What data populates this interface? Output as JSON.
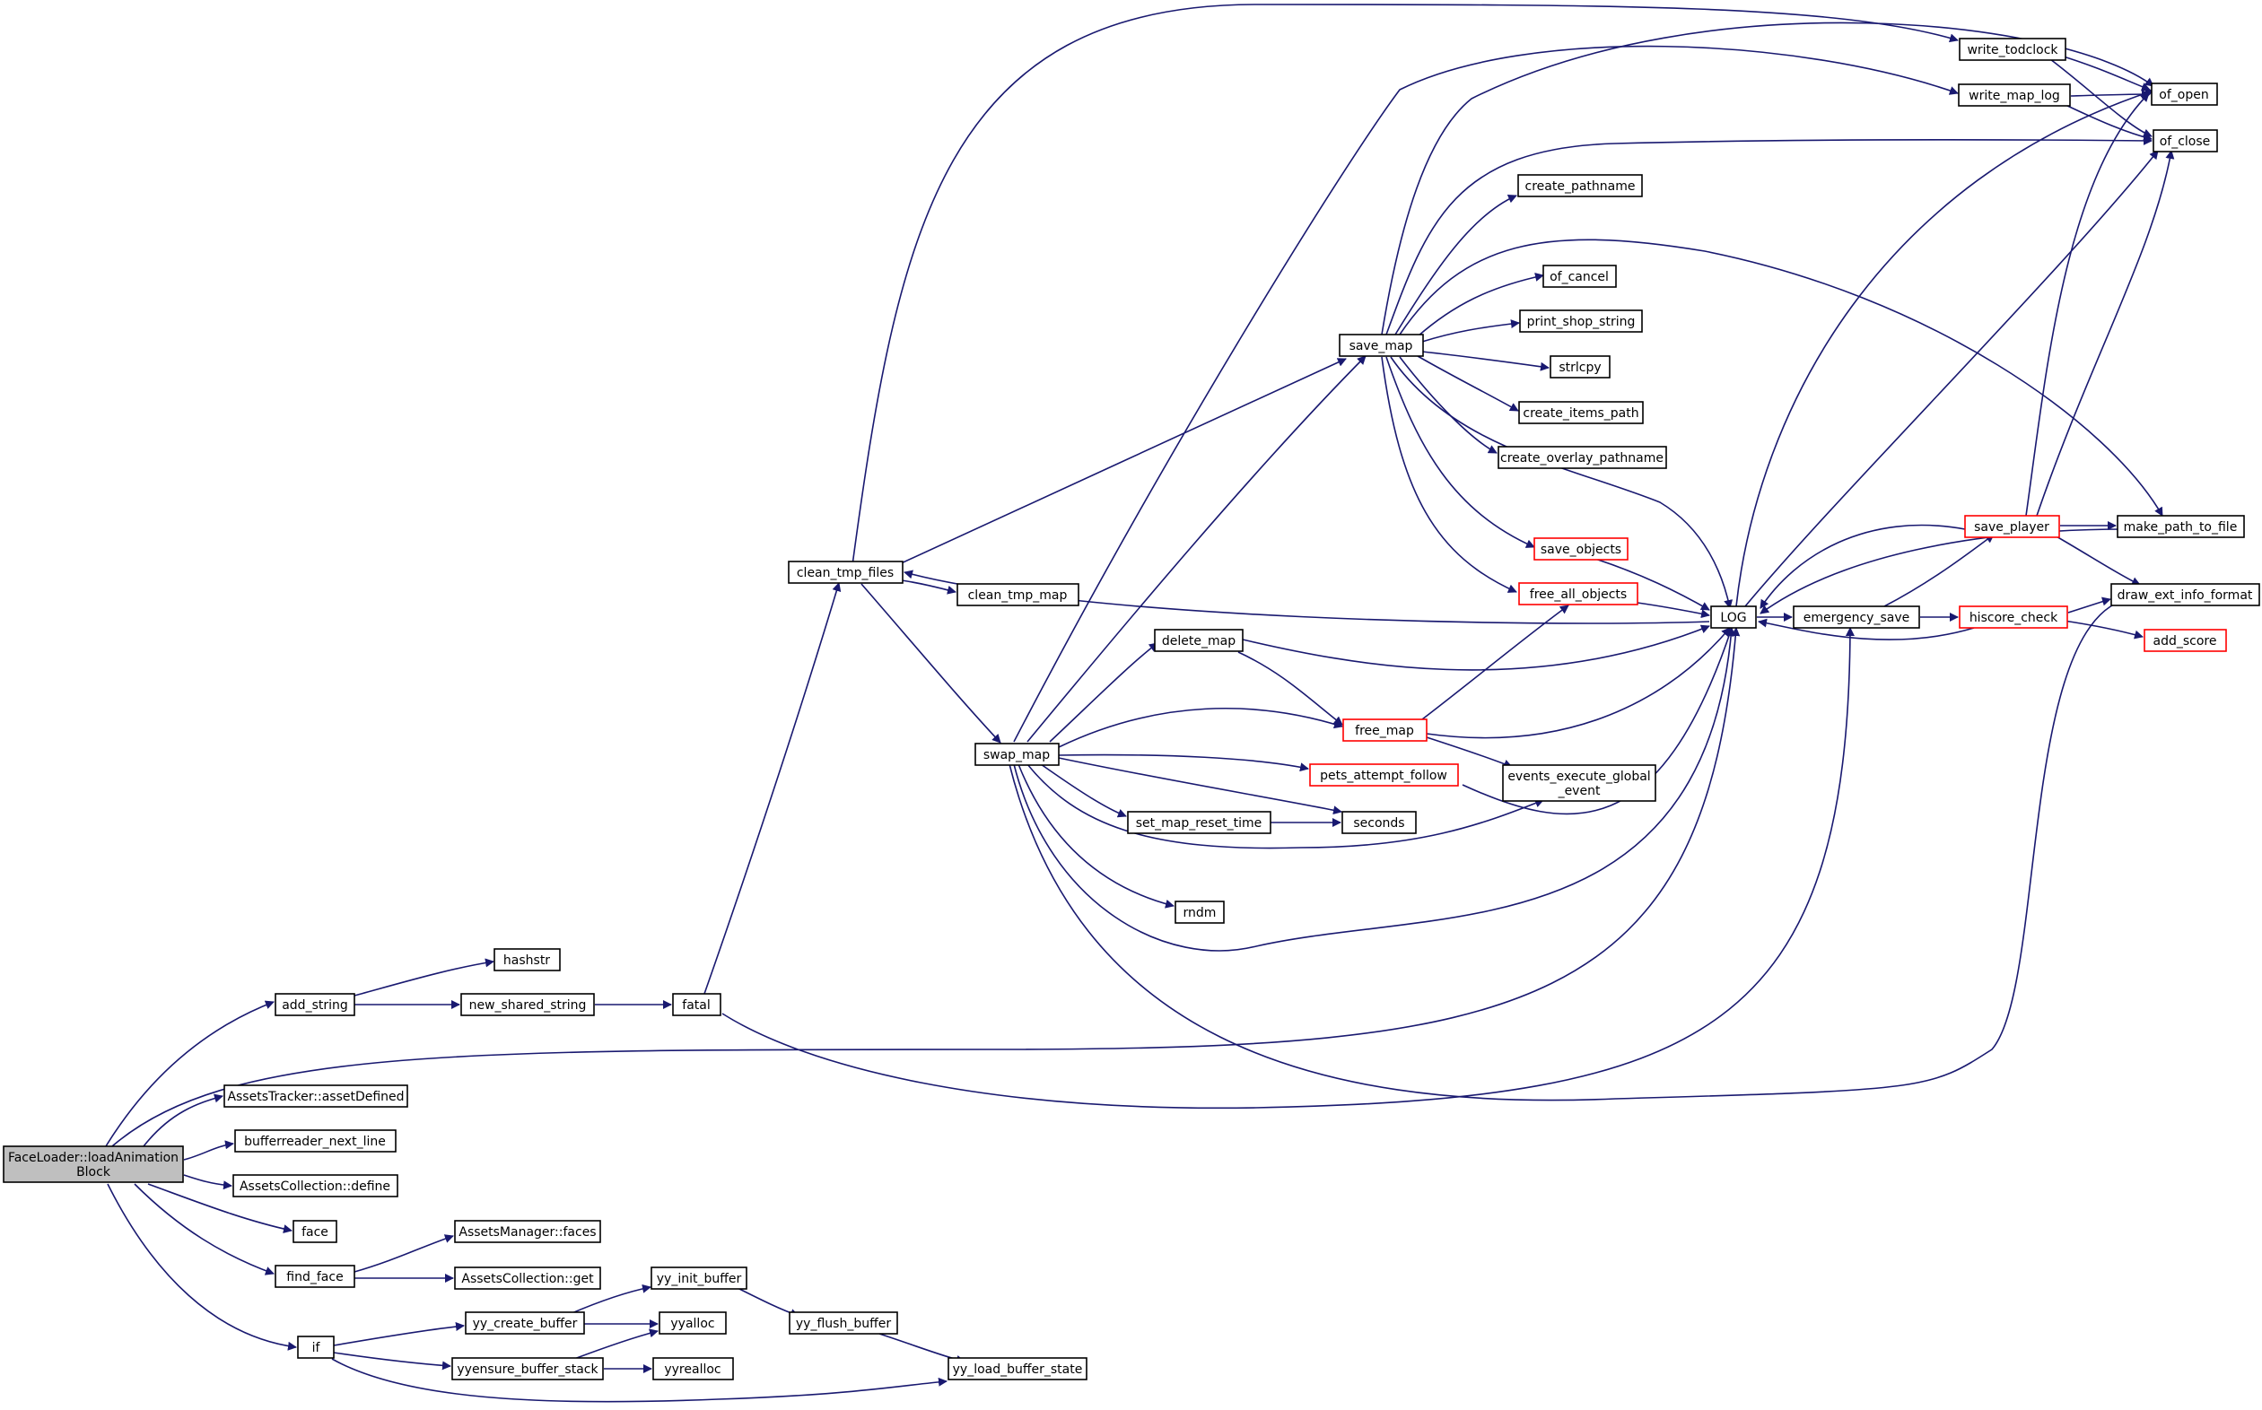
{
  "colors": {
    "edge": "#191970",
    "node_border": "#000000",
    "node_border_truncated": "#ff0000",
    "root_fill": "#bfbfbf",
    "background": "#ffffff"
  },
  "nodes": {
    "root": [
      "FaceLoader::loadAnimation",
      "Block"
    ],
    "add_string": "add_string",
    "hashstr": "hashstr",
    "new_shared_string": "new_shared_string",
    "fatal": "fatal",
    "clean_tmp_files": "clean_tmp_files",
    "clean_tmp_map": "clean_tmp_map",
    "swap_map": "swap_map",
    "delete_map": "delete_map",
    "set_map_reset_time": "set_map_reset_time",
    "rndm": "rndm",
    "save_map": "save_map",
    "free_map": "free_map",
    "pets_attempt_follow": "pets_attempt_follow",
    "seconds": "seconds",
    "events_execute_global_event": [
      "events_execute_global",
      "_event"
    ],
    "create_pathname": "create_pathname",
    "of_cancel": "of_cancel",
    "print_shop_string": "print_shop_string",
    "strlcpy": "strlcpy",
    "create_items_path": "create_items_path",
    "create_overlay_pathname": "create_overlay_pathname",
    "save_objects": "save_objects",
    "free_all_objects": "free_all_objects",
    "LOG": "LOG",
    "emergency_save": "emergency_save",
    "save_player": "save_player",
    "hiscore_check": "hiscore_check",
    "make_path_to_file": "make_path_to_file",
    "draw_ext_info_format": "draw_ext_info_format",
    "add_score": "add_score",
    "write_todclock": "write_todclock",
    "write_map_log": "write_map_log",
    "of_open": "of_open",
    "of_close": "of_close",
    "asset_defined": "AssetsTracker::assetDefined",
    "bufferreader_next_line": "bufferreader_next_line",
    "assets_collection_define": "AssetsCollection::define",
    "face": "face",
    "find_face": "find_face",
    "assets_manager_faces": "AssetsManager::faces",
    "assets_collection_get": "AssetsCollection::get",
    "if": "if",
    "yy_create_buffer": "yy_create_buffer",
    "yy_init_buffer": "yy_init_buffer",
    "yyalloc": "yyalloc",
    "yy_flush_buffer": "yy_flush_buffer",
    "yyensure_buffer_stack": "yyensure_buffer_stack",
    "yyrealloc": "yyrealloc",
    "yy_load_buffer_state": "yy_load_buffer_state"
  }
}
